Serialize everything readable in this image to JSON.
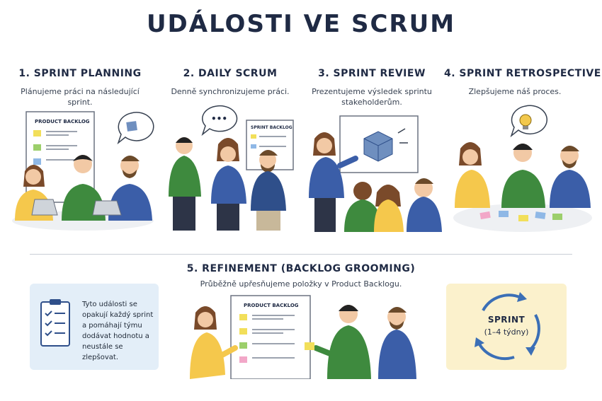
{
  "title": "UDÁLOSTI VE SCRUM",
  "events": [
    {
      "heading": "1. SPRINT PLANNING",
      "desc": "Plánujeme práci na následující sprint.",
      "board_label": "PRODUCT BACKLOG"
    },
    {
      "heading": "2. DAILY SCRUM",
      "desc": "Denně synchronizujeme práci.",
      "board_label": "SPRINT BACKLOG",
      "bubble": "•••"
    },
    {
      "heading": "3. SPRINT REVIEW",
      "desc": "Prezentujeme výsledek sprintu stakeholderům."
    },
    {
      "heading": "4. SPRINT RETROSPECTIVE",
      "desc": "Zlepšujeme náš proces."
    }
  ],
  "refinement": {
    "heading": "5. REFINEMENT (BACKLOG GROOMING)",
    "desc": "Průběžně upřesňujeme položky v Product Backlogu.",
    "board_label": "PRODUCT BACKLOG"
  },
  "info_box": {
    "text": "Tyto události se opakují každý sprint a pomáhají týmu dodávat hodnotu a neustále se zlepšovat.",
    "icon": "checklist-clipboard-icon"
  },
  "sprint_cycle": {
    "label": "SPRINT",
    "duration": "(1–4 týdny)",
    "icon": "cycle-arrows-icon"
  },
  "colors": {
    "title": "#1f2a44",
    "yellow_shirt": "#f5c84c",
    "green_shirt": "#3e8a3e",
    "blue_shirt": "#3b5ea8",
    "cube": "#6f8fbf",
    "sticky_yellow": "#f2df5a",
    "sticky_green": "#9ccf6b",
    "sticky_blue": "#8fb8e6",
    "sticky_pink": "#f2a7c8",
    "info_bg": "#e3eef8",
    "cycle_bg": "#fbf1cc",
    "cycle_arrow": "#3b6fb6"
  }
}
